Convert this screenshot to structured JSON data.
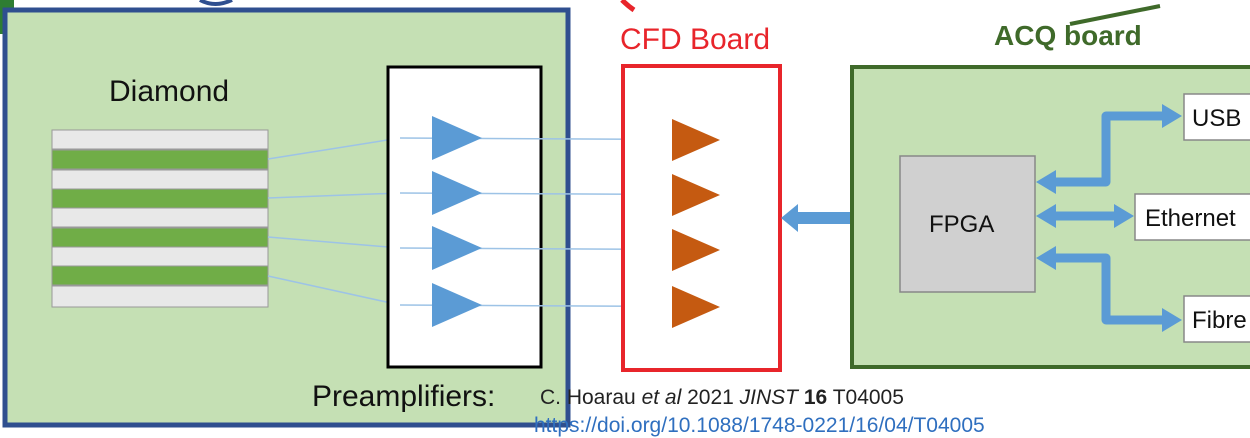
{
  "labels": {
    "diamond": "Diamond",
    "cfd_board": "CFD Board",
    "acq_board": "ACQ board",
    "fpga": "FPGA",
    "usb": "USB",
    "ethernet": "Ethernet",
    "fibre": "Fibre",
    "preamplifiers": "Preamplifiers:"
  },
  "citation": {
    "authors": "C. Hoarau",
    "etal": "et al",
    "year": "2021",
    "journal": "JINST",
    "volume": "16",
    "article": "T04005",
    "link": "https://doi.org/10.1088/1748-0221/16/04/T04005"
  },
  "colors": {
    "green_panel": "#c5e0b4",
    "blue_border": "#2f4f8f",
    "green_border": "#3f6a2a",
    "red": "#e8252b",
    "amp_blue": "#5b9bd5",
    "amp_orange": "#c55a11",
    "arrow_blue": "#5b9bd5",
    "strip_green": "#70ad47",
    "strip_grey": "#e6e6e6",
    "fpga_grey": "#d0d0d0",
    "acq_text": "#3f6a2a"
  }
}
